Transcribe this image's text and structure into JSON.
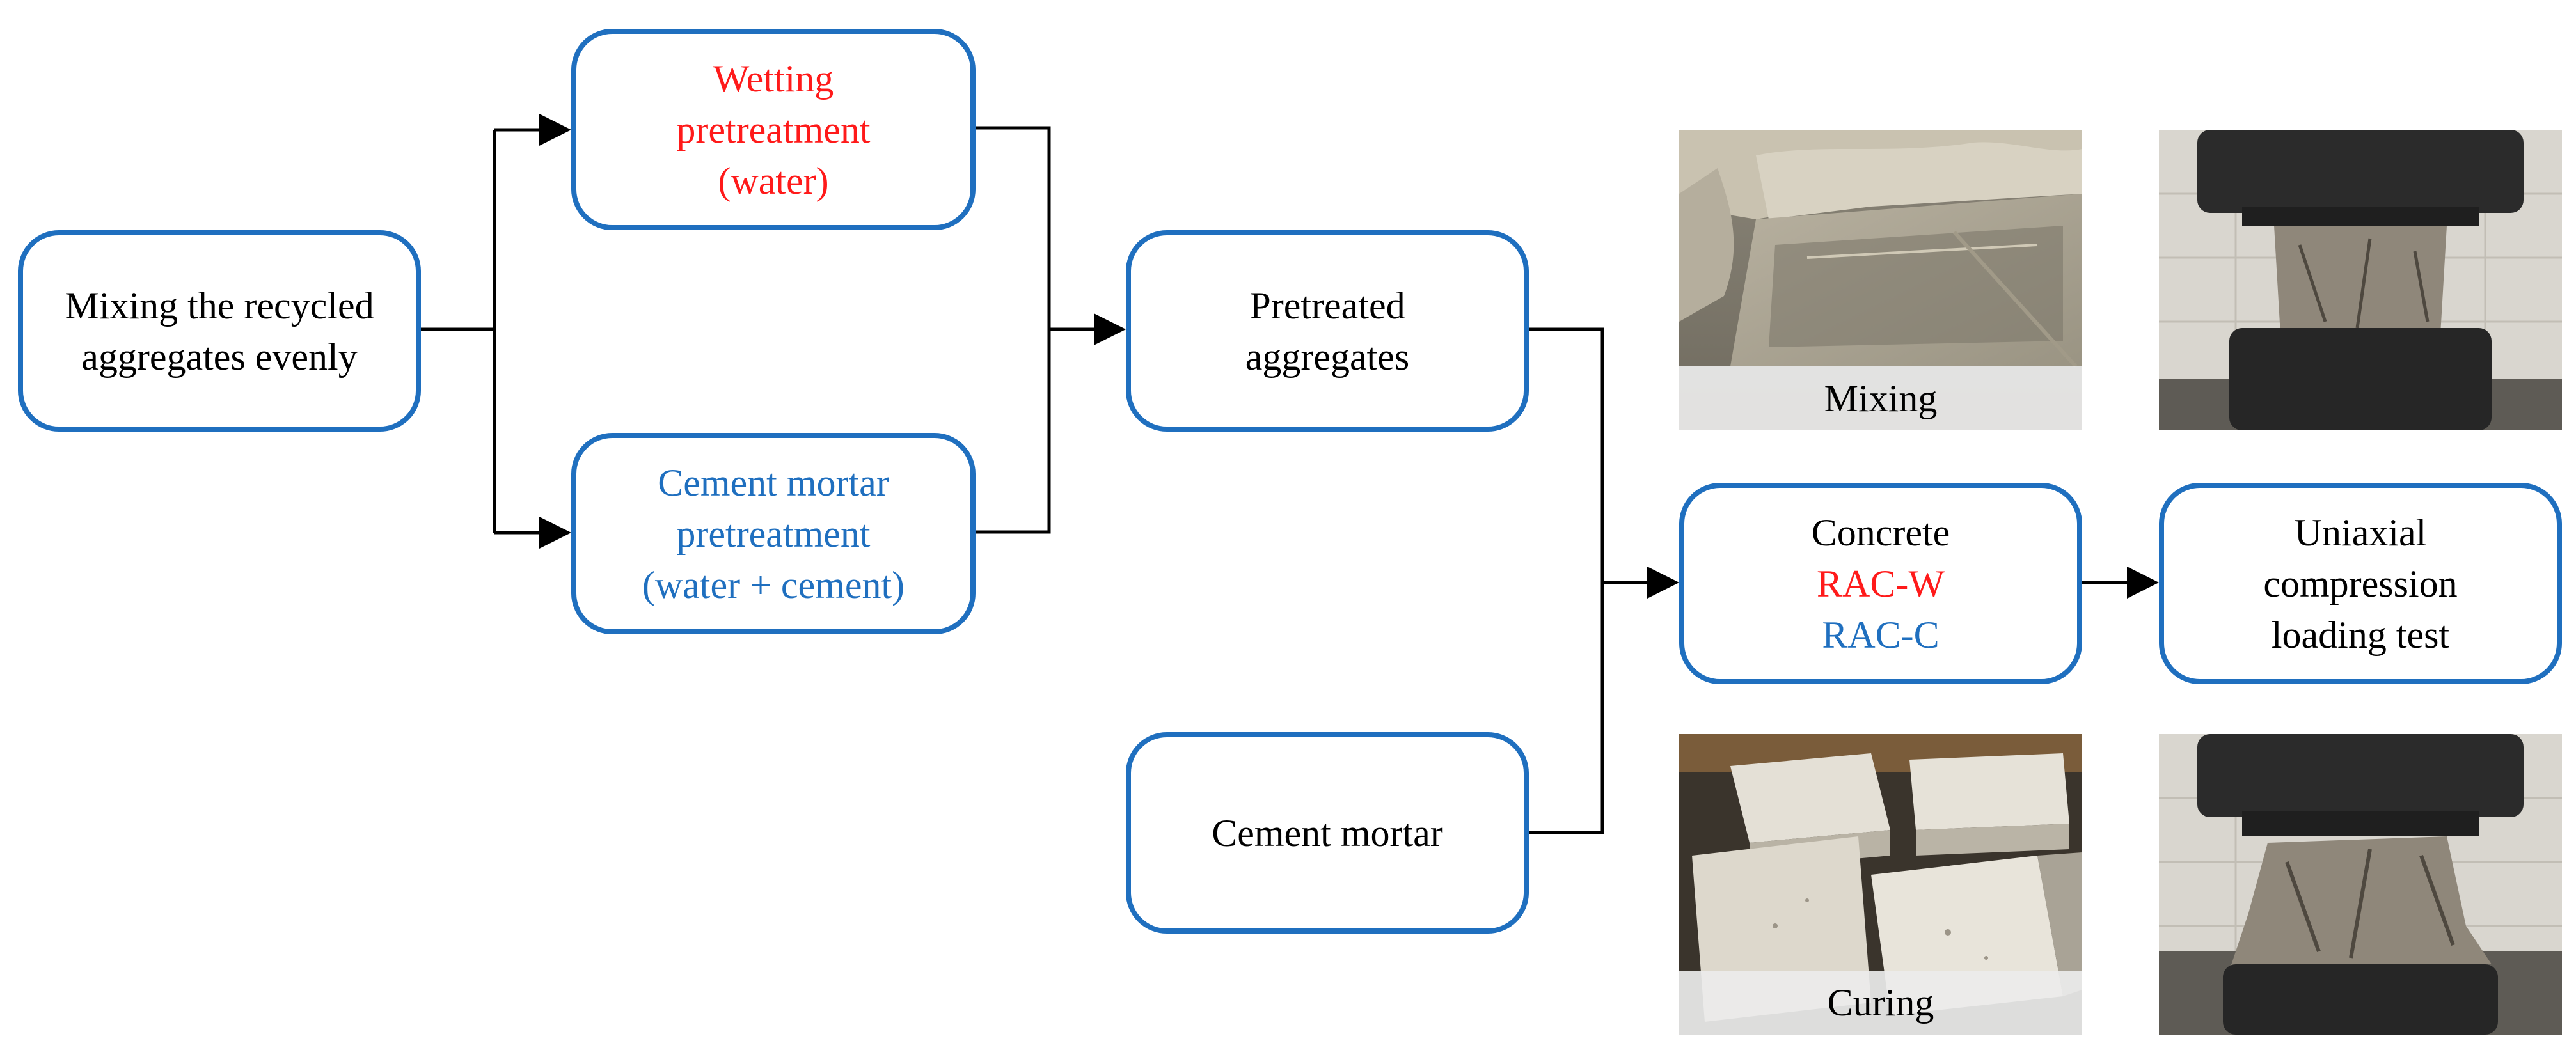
{
  "colors": {
    "box_border": "#1f6fbf",
    "red_text": "#ff1a1a",
    "blue_text": "#1f6fbf",
    "line": "#000000"
  },
  "boxes": {
    "mixing": {
      "lines": [
        "Mixing the recycled",
        "aggregates evenly"
      ]
    },
    "wetting": {
      "lines": [
        "Wetting",
        "pretreatment",
        "(water)"
      ]
    },
    "cement_pretreat": {
      "lines": [
        "Cement mortar",
        "pretreatment",
        "(water + cement)"
      ]
    },
    "pretreated": {
      "lines": [
        "Pretreated",
        "aggregates"
      ]
    },
    "cement_mortar": {
      "lines": [
        "Cement mortar"
      ]
    },
    "concrete": {
      "line1": "Concrete",
      "line2": "RAC-W",
      "line3": "RAC-C"
    },
    "uniaxial": {
      "lines": [
        "Uniaxial",
        "compression",
        "loading test"
      ]
    }
  },
  "photos": {
    "mixing": {
      "caption": "Mixing",
      "icon": "mixing-tray-photo"
    },
    "curing": {
      "caption": "Curing",
      "icon": "concrete-cubes-photo"
    },
    "press_top": {
      "icon": "compression-press-photo"
    },
    "press_bottom": {
      "icon": "failed-specimen-photo"
    }
  }
}
